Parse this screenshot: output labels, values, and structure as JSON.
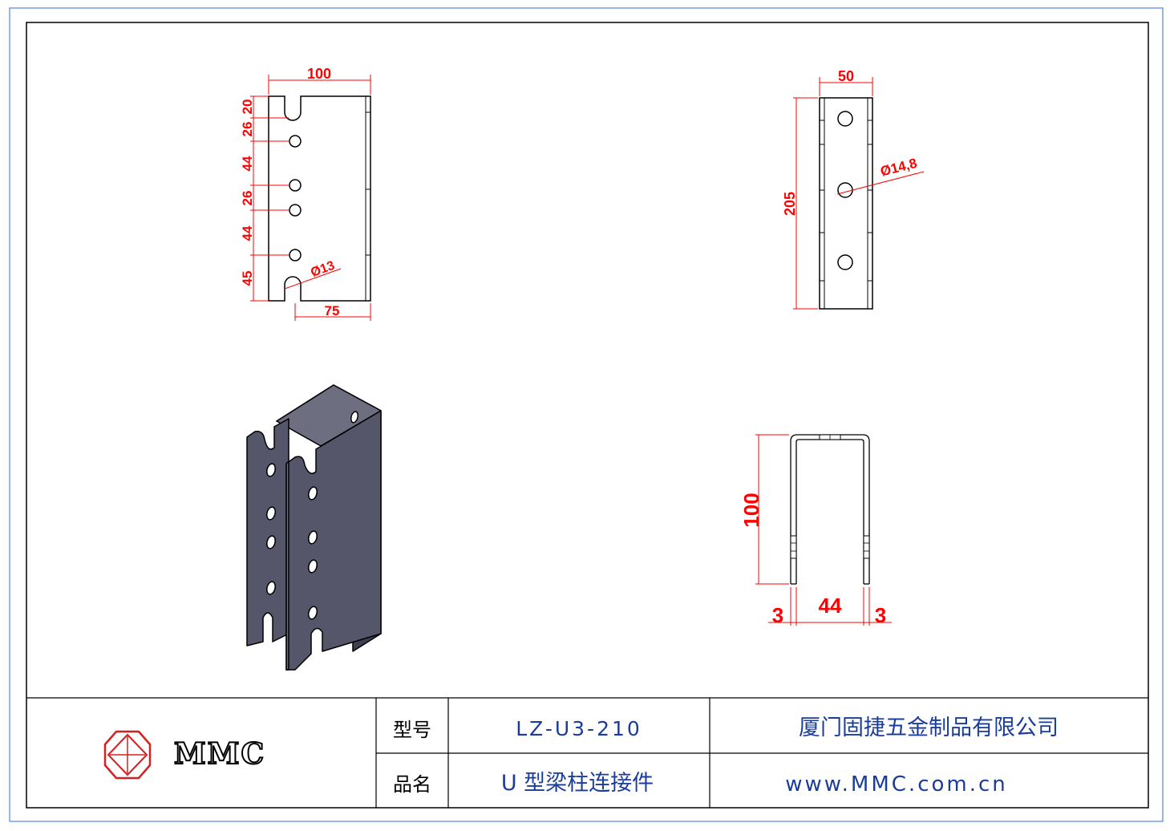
{
  "drawing": {
    "front_view": {
      "width_dim": "100",
      "pitch_dims": [
        "20",
        "26",
        "44",
        "26",
        "44",
        "45"
      ],
      "hole_dia_dim": "Ø13",
      "bottom_dim": "75"
    },
    "side_view": {
      "width_dim": "50",
      "height_dim": "205",
      "hole_dia_dim": "Ø14,8"
    },
    "section_view": {
      "height_dim": "100",
      "inner_width_dim": "44",
      "left_thickness_dim": "3",
      "right_thickness_dim": "3"
    },
    "iso_view": {
      "fill_color": "#55566a"
    }
  },
  "title_block": {
    "logo_text": "MMC",
    "model_label": "型号",
    "model_value": "LZ-U3-210",
    "name_label": "品名",
    "name_value": "U 型梁柱连接件",
    "company": "厦门固捷五金制品有限公司",
    "website": "www.MMC.com.cn"
  },
  "colors": {
    "dimension": "#ff0000",
    "title_text": "#1a3d9c",
    "border_blue": "#2c6de0"
  }
}
